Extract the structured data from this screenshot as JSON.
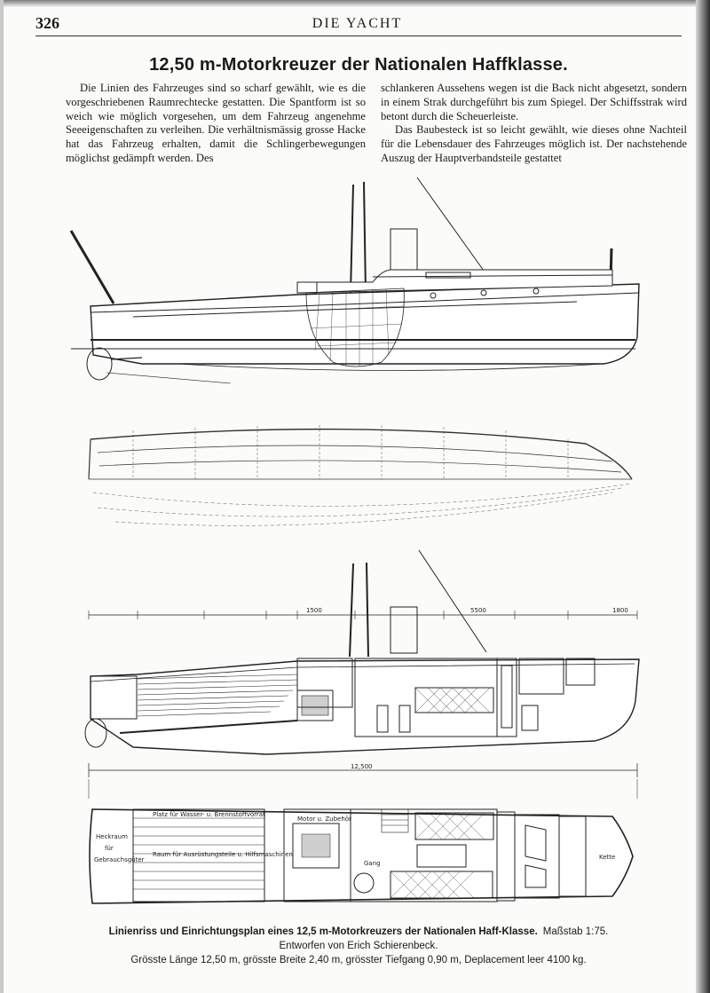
{
  "header": {
    "page_number": "326",
    "running_head": "DIE YACHT"
  },
  "article": {
    "title": "12,50 m-Motorkreuzer der Nationalen Haffklasse.",
    "column_left": [
      "Die Linien des Fahrzeuges sind so scharf gewählt, wie es die vorgeschriebenen Raumrechtecke gestatten. Die Spantform ist so weich wie möglich vorgesehen, um dem Fahrzeug angenehme Seeeigenschaften zu verleihen. Die verhältnismässig grosse Hacke hat das Fahrzeug erhalten, damit die Schlingerbewegungen möglichst gedämpft werden. Des"
    ],
    "column_right": [
      "schlankeren Aussehens wegen ist die Back nicht abgesetzt, sondern in einem Strak durchgeführt bis zum Spiegel. Der Schiffsstrak wird betont durch die Scheuerleiste.",
      "Das Baubesteck ist so leicht gewählt, wie dieses ohne Nachteil für die Lebensdauer des Fahrzeuges möglich ist. Der nachstehende Auszug der Hauptverbandsteile gestattet"
    ]
  },
  "plan_labels": {
    "dim_1": "1500",
    "dim_2": "5500",
    "dim_3": "1800",
    "overall_length": "12,500",
    "plan_tank": "Motor u. Zubehör",
    "plan_gangway": "Gang",
    "plan_bow": "Kette",
    "plan_stern_1": "Heckraum",
    "plan_stern_2": "für",
    "plan_stern_3": "Gebrauchsgüter",
    "hold_note_1": "Platz für Wasser- u. Brennstoffvorrat",
    "hold_note_2": "Raum für Ausrüstungsteile u. Hilfsmaschinen"
  },
  "caption": {
    "line1": "Linienriss und Einrichtungsplan eines 12,5 m-Motorkreuzers der Nationalen Haff-Klasse.",
    "scale": "Maßstab 1:75.",
    "line2": "Entworfen von Erich Schierenbeck.",
    "line3": "Grösste Länge 12,50 m, grösste Breite 2,40 m, grösster Tiefgang 0,90 m, Deplacement leer 4100 kg."
  }
}
